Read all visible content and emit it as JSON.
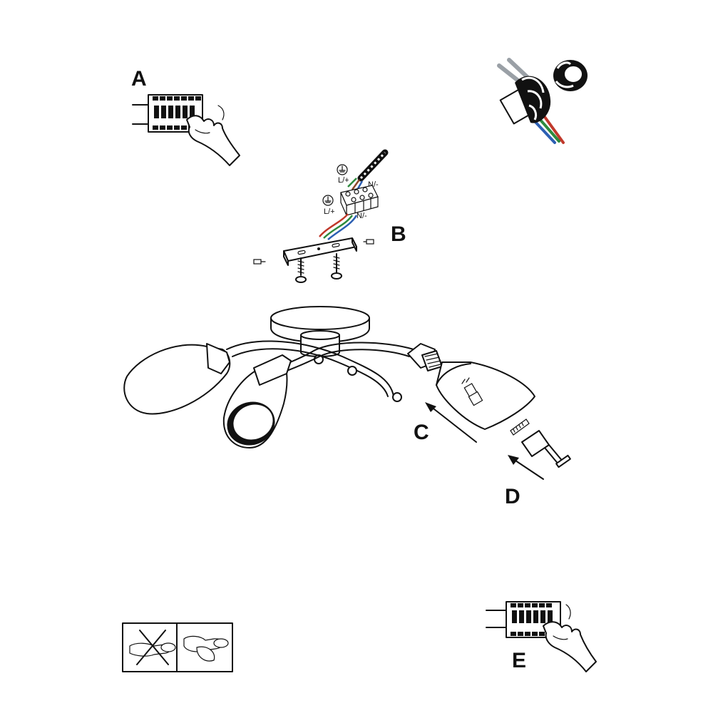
{
  "steps": {
    "a": "A",
    "b": "B",
    "c": "C",
    "d": "D",
    "e": "E"
  },
  "wire_labels": {
    "live_top": "L/+",
    "neutral_top": "N/-",
    "live_bottom": "L/+",
    "neutral_bottom": "N/-"
  },
  "icons": {
    "earth": "earth-ground-symbol",
    "warning": "do-not-touch-bulb-with-bare-fingers"
  },
  "colors": {
    "line": "#111111",
    "wire_live": "#c0392b",
    "wire_neutral": "#2c5fb3",
    "wire_earth": "#2e8b3e",
    "wire_grey": "#9aa0a6",
    "wire_brown": "#8b4a2b"
  }
}
